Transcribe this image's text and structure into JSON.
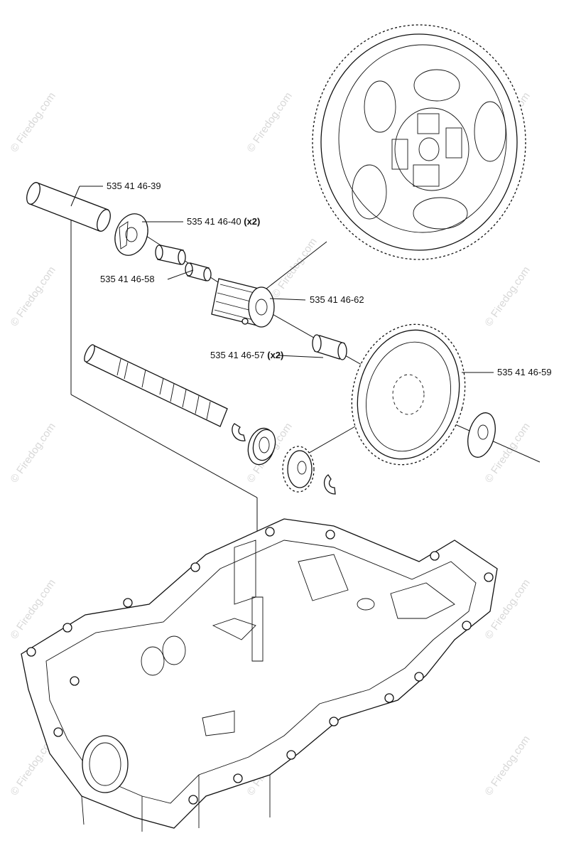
{
  "watermark": "© Firedog.com",
  "callouts": [
    {
      "part_number": "535 41 46-39",
      "qty": ""
    },
    {
      "part_number": "535 41 46-40",
      "qty": "(x2)"
    },
    {
      "part_number": "535 41 46-58",
      "qty": ""
    },
    {
      "part_number": "535 41 46-62",
      "qty": ""
    },
    {
      "part_number": "535 41 46-57",
      "qty": "(x2)"
    },
    {
      "part_number": "535 41 46-59",
      "qty": ""
    }
  ]
}
